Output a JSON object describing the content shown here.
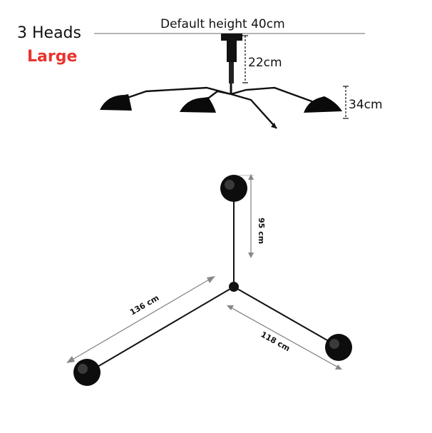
{
  "product": {
    "heads_label": "3 Heads",
    "size_label": "Large",
    "size_color": "#e8352e"
  },
  "side_view": {
    "default_height": "Default height 40cm",
    "stem_length": "22cm",
    "shade_height": "34cm"
  },
  "top_view": {
    "vertical_arm": "95 cm",
    "left_arm": "136 cm",
    "right_arm": "118 cm"
  }
}
